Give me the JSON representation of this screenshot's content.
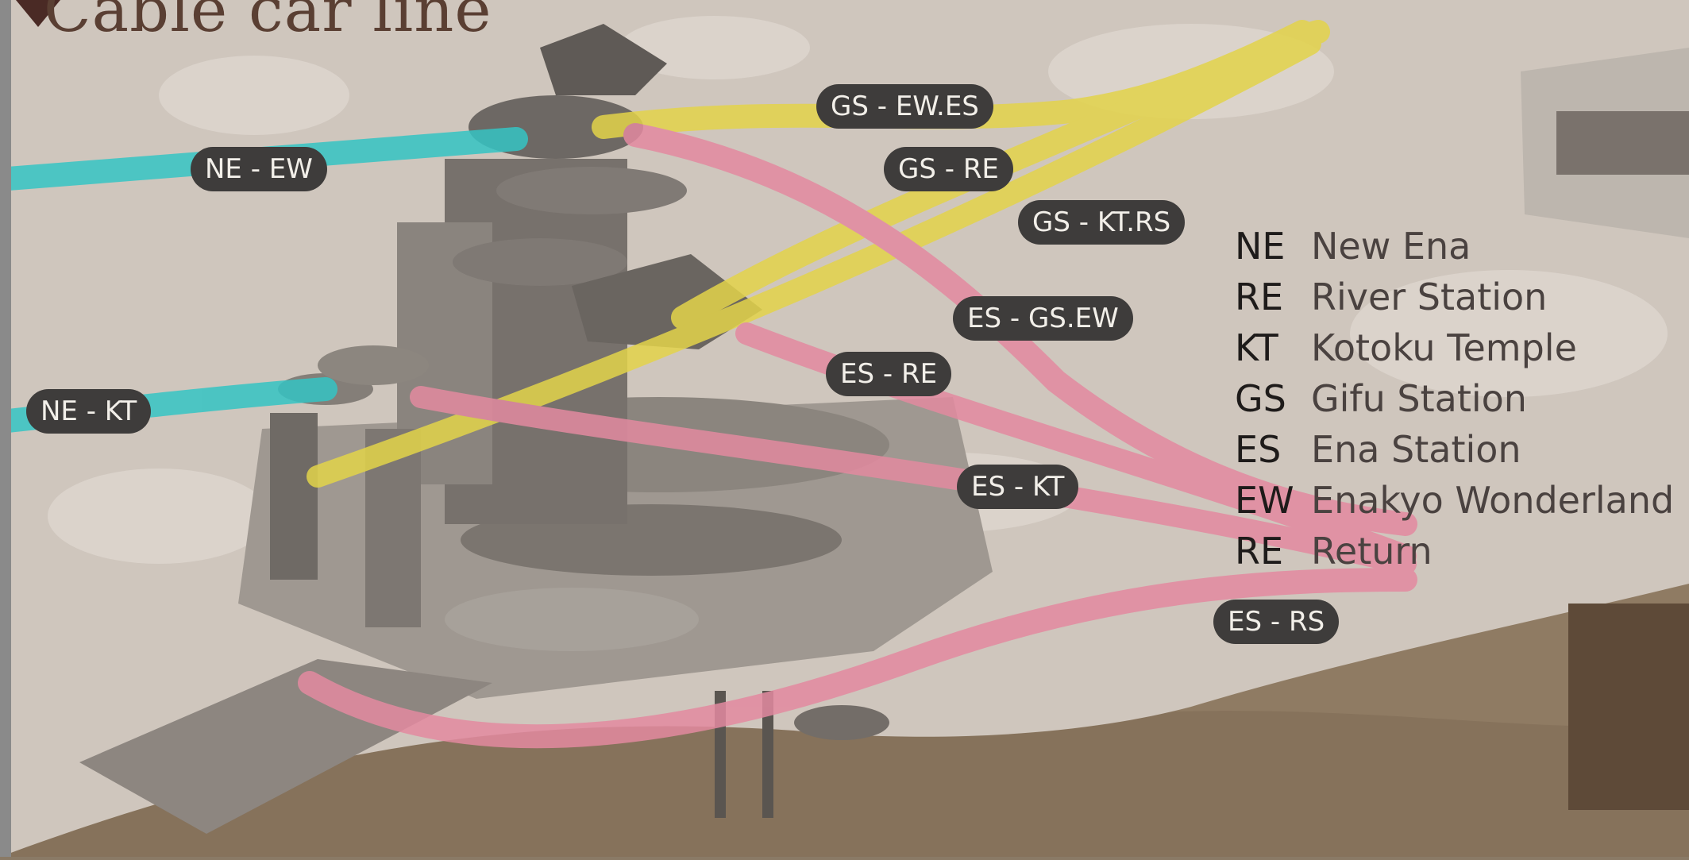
{
  "title": "Cable car line",
  "route_labels": [
    {
      "text": "NE - EW",
      "color": "#35c4c4"
    },
    {
      "text": "NE - KT",
      "color": "#35c4c4"
    },
    {
      "text": "GS - EW.ES",
      "color": "#e3d44a"
    },
    {
      "text": "GS - RE",
      "color": "#e3d44a"
    },
    {
      "text": "GS - KT.RS",
      "color": "#e3d44a"
    },
    {
      "text": "ES - GS.EW",
      "color": "#e38aa0"
    },
    {
      "text": "ES - RE",
      "color": "#e38aa0"
    },
    {
      "text": "ES - KT",
      "color": "#e38aa0"
    },
    {
      "text": "ES - RS",
      "color": "#e38aa0"
    }
  ],
  "legend": [
    {
      "abbr": "NE",
      "name": "New Ena"
    },
    {
      "abbr": "RE",
      "name": "River Station"
    },
    {
      "abbr": "KT",
      "name": "Kotoku Temple"
    },
    {
      "abbr": "GS",
      "name": "Gifu Station"
    },
    {
      "abbr": "ES",
      "name": "Ena Station"
    },
    {
      "abbr": "EW",
      "name": "Enakyo Wonderland"
    },
    {
      "abbr": "RE",
      "name": "Return"
    }
  ],
  "colors": {
    "map_background": "#cfc6bd",
    "ground": "#8f7b63",
    "cyan_route": "#35c4c4",
    "yellow_route": "#e3d44a",
    "pink_route": "#e38aa0",
    "building": "#6d6864"
  }
}
